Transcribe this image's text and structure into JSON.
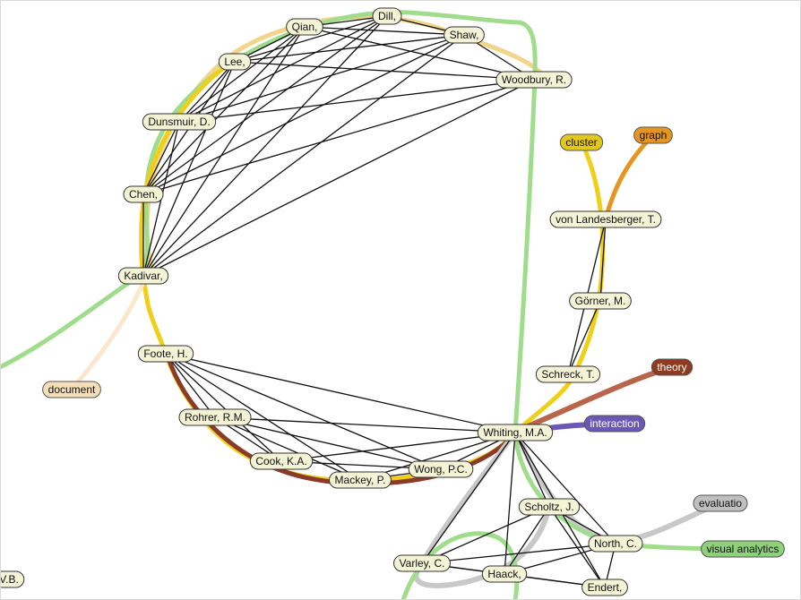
{
  "diagram": {
    "type": "co-authorship network with keyword topics",
    "authors": [
      {
        "id": "qian",
        "label": "Qian,"
      },
      {
        "id": "dill",
        "label": "Dill,"
      },
      {
        "id": "shaw",
        "label": "Shaw,"
      },
      {
        "id": "lee",
        "label": "Lee,"
      },
      {
        "id": "woodbury",
        "label": "Woodbury, R."
      },
      {
        "id": "dunsmuir",
        "label": "Dunsmuir, D."
      },
      {
        "id": "chen",
        "label": "Chen,"
      },
      {
        "id": "kadivar",
        "label": "Kadivar,"
      },
      {
        "id": "foote",
        "label": "Foote, H."
      },
      {
        "id": "rohrer",
        "label": "Rohrer, R.M."
      },
      {
        "id": "cook",
        "label": "Cook, K.A."
      },
      {
        "id": "mackey",
        "label": "Mackey, P."
      },
      {
        "id": "wong",
        "label": "Wong, P.C."
      },
      {
        "id": "whiting",
        "label": "Whiting, M.A."
      },
      {
        "id": "vonlandesberger",
        "label": "von Landesberger, T."
      },
      {
        "id": "gorner",
        "label": "Görner, M."
      },
      {
        "id": "schreck",
        "label": "Schreck, T."
      },
      {
        "id": "scholtz",
        "label": "Scholtz, J."
      },
      {
        "id": "north",
        "label": "North, C."
      },
      {
        "id": "varley",
        "label": "Varley, C."
      },
      {
        "id": "haack",
        "label": "Haack,"
      },
      {
        "id": "endert",
        "label": "Endert,"
      },
      {
        "id": "vb",
        "label": "V.B."
      }
    ],
    "keywords": [
      {
        "id": "cluster",
        "label": "cluster",
        "color": "#e2c81b"
      },
      {
        "id": "graph",
        "label": "graph",
        "color": "#e8951f"
      },
      {
        "id": "theory",
        "label": "theory",
        "color": "#8e3a20"
      },
      {
        "id": "interaction",
        "label": "interaction",
        "color": "#6a58b4"
      },
      {
        "id": "evaluation",
        "label": "evaluatio",
        "color": "#bfbfbf"
      },
      {
        "id": "visual_analytics",
        "label": "visual analytics",
        "color": "#8fd07a"
      },
      {
        "id": "document",
        "label": "document",
        "color": "#f6dfb8"
      }
    ],
    "colors": {
      "node_fill": "#f4f3d6",
      "node_stroke": "#333333",
      "edge": "#111111",
      "cluster_yellow": "#f0cf19",
      "green": "#9fdc8c",
      "gray": "#c8c8c8",
      "brown": "#8a3a28",
      "tan": "#f2d48a"
    }
  }
}
